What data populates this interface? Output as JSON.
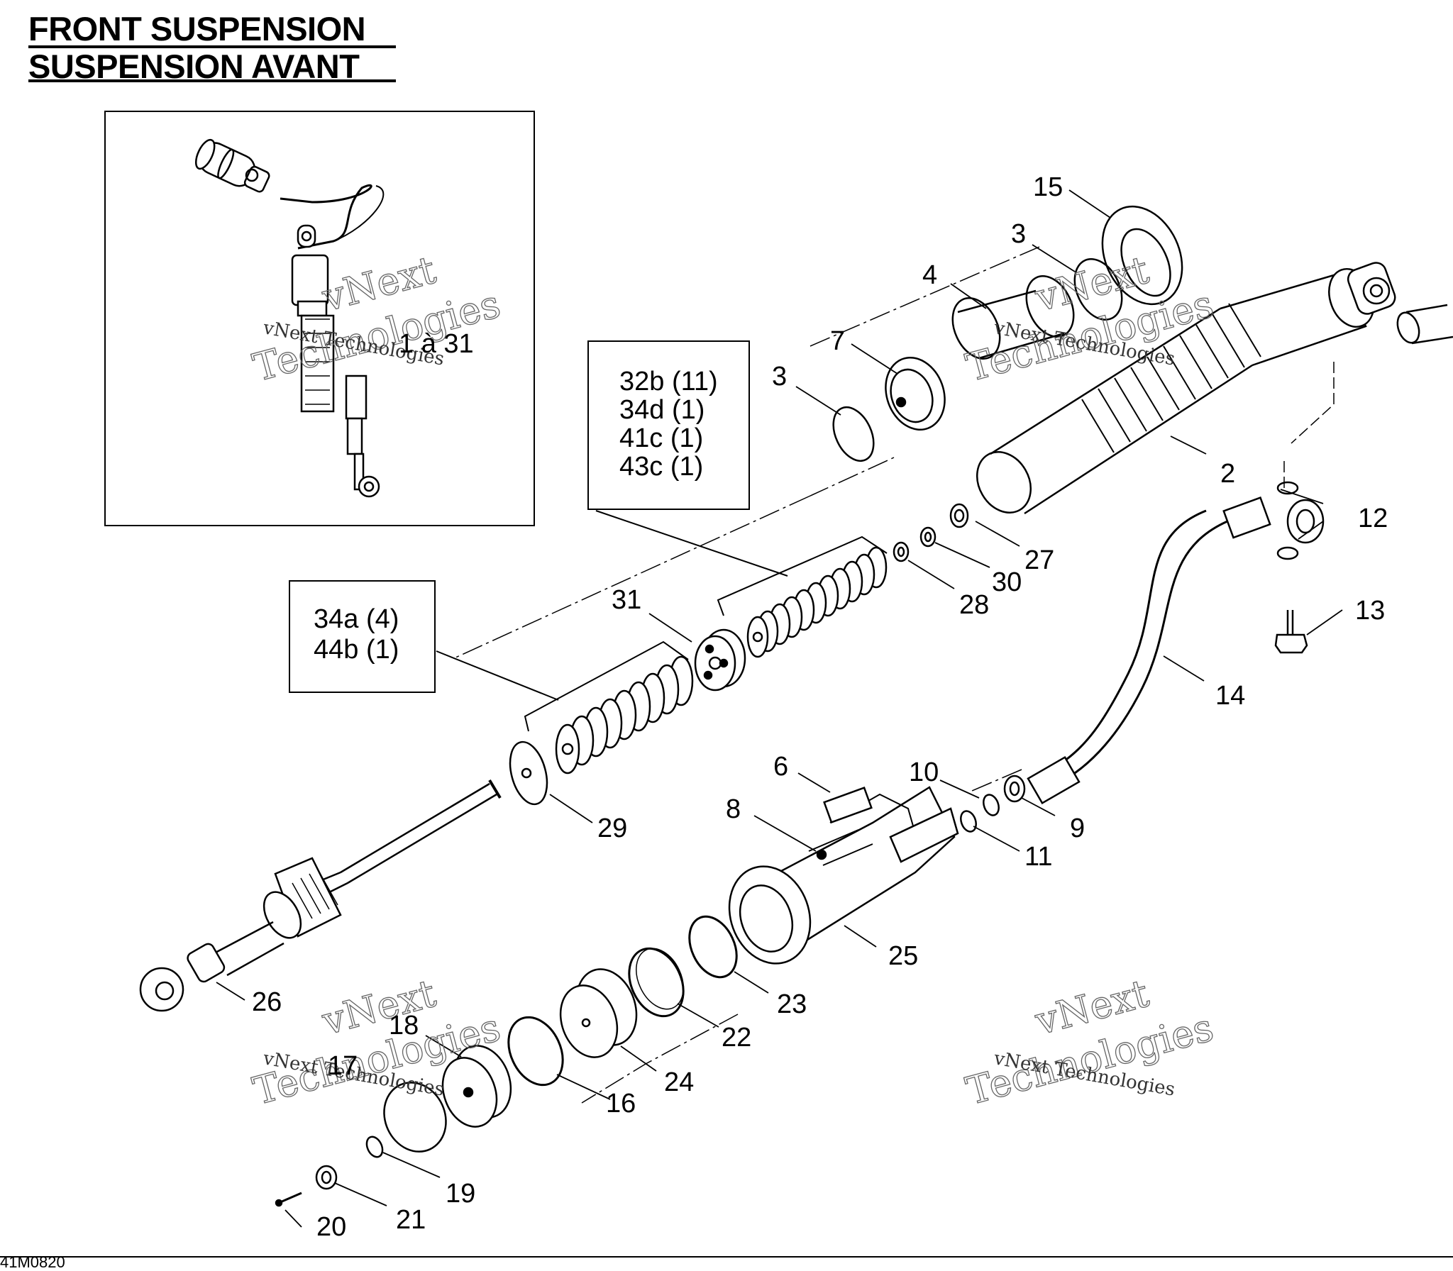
{
  "title": {
    "line1": "FRONT SUSPENSION",
    "line2": "SUSPENSION AVANT"
  },
  "drawing_code": "41M0820",
  "inset": {
    "label": "1 à 31"
  },
  "box_a": {
    "lines": [
      "32b (11)",
      "34d (1)",
      "41c (1)",
      "43c (1)"
    ]
  },
  "box_b": {
    "lines": [
      "34a (4)",
      "44b (1)"
    ]
  },
  "callouts": {
    "c15": "15",
    "c3a": "3",
    "c4": "4",
    "c7": "7",
    "c3b": "3",
    "c2": "2",
    "c12": "12",
    "c13": "13",
    "c14": "14",
    "c27": "27",
    "c30": "30",
    "c28": "28",
    "c31": "31",
    "c29": "29",
    "c6": "6",
    "c8": "8",
    "c10": "10",
    "c9": "9",
    "c11": "11",
    "c25": "25",
    "c23": "23",
    "c22": "22",
    "c24": "24",
    "c26": "26",
    "c18": "18",
    "c17": "17",
    "c16": "16",
    "c19": "19",
    "c20": "20",
    "c21": "21"
  },
  "watermark": {
    "word1": "vNext",
    "word2": "Technologies",
    "line": "vNext Technologies"
  }
}
